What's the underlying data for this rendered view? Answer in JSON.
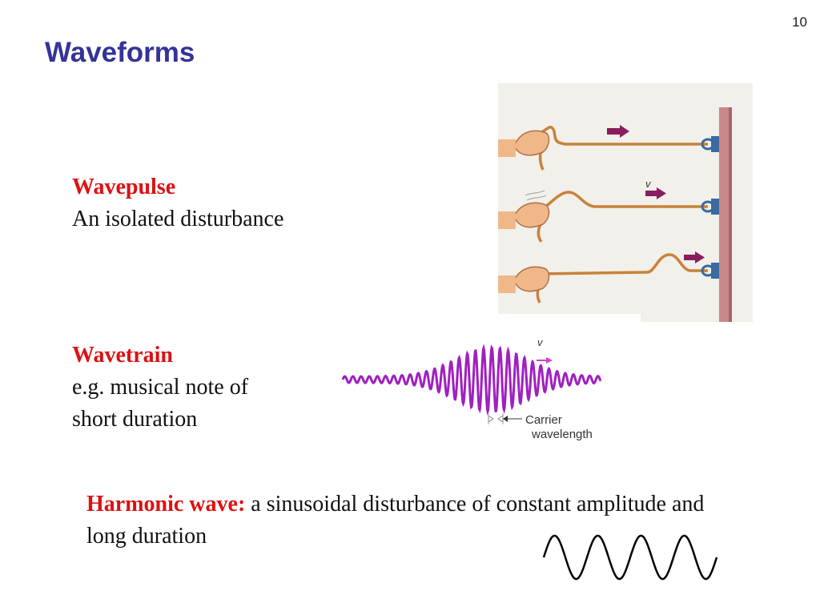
{
  "slide": {
    "page_number": "10",
    "title": "Waveforms"
  },
  "wavepulse": {
    "heading": "Wavepulse",
    "description": "An isolated disturbance",
    "velocity_label": "v"
  },
  "wavetrain": {
    "heading": "Wavetrain",
    "description_line1": "e.g. musical note of",
    "description_line2": "short duration",
    "velocity_label": "v",
    "caption_line1": "Carrier",
    "caption_line2": "wavelength"
  },
  "harmonic": {
    "heading": "Harmonic wave:",
    "description": " a sinusoidal disturbance of constant amplitude and long duration"
  },
  "colors": {
    "title": "#333399",
    "heading": "#dd1111",
    "rope": "#c8823a",
    "arrow": "#8a1d5e",
    "wavetrain": "#a020c0",
    "wall": "#c9878a",
    "harmonic": "#000000"
  }
}
